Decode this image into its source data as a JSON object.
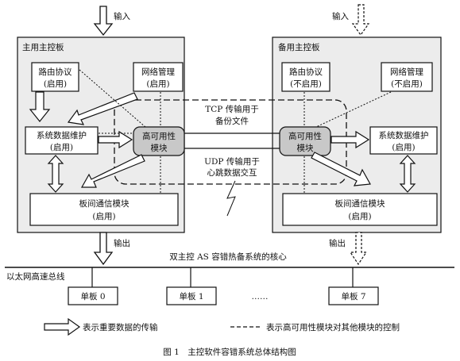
{
  "diagram": {
    "input_left": "输入",
    "input_right": "输入",
    "output_left": "输出",
    "output_right": "输出",
    "primary_board": {
      "title": "主用主控板",
      "routing": {
        "name": "路由协议",
        "state": "(启用)"
      },
      "netmgmt": {
        "name": "网络管理",
        "state": "(启用)"
      },
      "sysdata": {
        "name": "系统数据维护",
        "state": "(启用)"
      },
      "ha": {
        "name": "高可用性",
        "sub": "模块"
      },
      "interboard": {
        "name": "板间通信模块",
        "state": "(启用)"
      }
    },
    "backup_board": {
      "title": "备用主控板",
      "routing": {
        "name": "路由协议",
        "state": "(不启用)"
      },
      "netmgmt": {
        "name": "网络管理",
        "state": "(不启用)"
      },
      "sysdata": {
        "name": "系统数据维护",
        "state": "(启用)"
      },
      "ha": {
        "name": "高可用性",
        "sub": "模块"
      },
      "interboard": {
        "name": "板间通信模块",
        "state": "(启用)"
      }
    },
    "tcp_line1": "TCP 传输用于",
    "tcp_line2": "备份文件",
    "udp_line1": "UDP 传输用于",
    "udp_line2": "心跳数据交互",
    "core_label": "双主控 AS 容错热备系统的核心",
    "bus_label": "以太网高速总线",
    "boards": [
      "单板 0",
      "单板 1",
      "……",
      "单板 7"
    ],
    "legend_arrow": "表示重要数据的传输",
    "legend_dash": "表示高可用性模块对其他模块的控制",
    "caption": "图 1　主控软件容错系统总体结构图"
  }
}
